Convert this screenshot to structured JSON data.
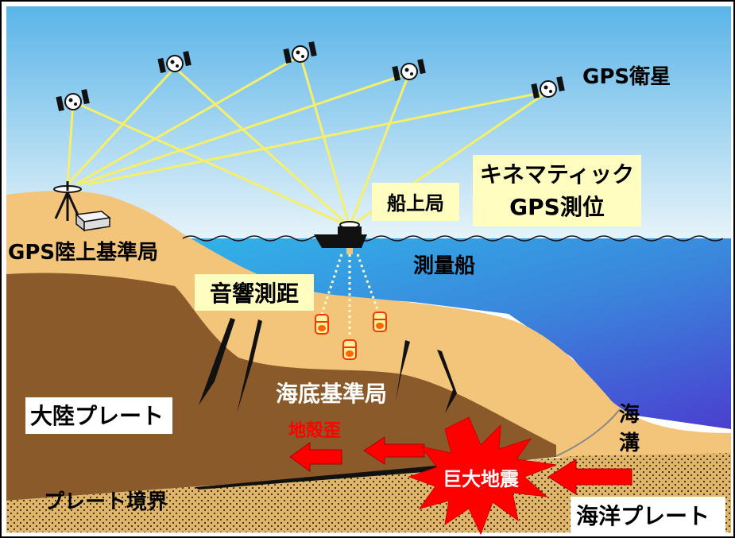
{
  "labels": {
    "gps_satellite": "GPS衛星",
    "kinematic_line1": "キネマティック",
    "kinematic_line2": "GPS測位",
    "ship_station": "船上局",
    "gps_land_station": "GPS陸上基準局",
    "survey_ship": "測量船",
    "acoustic_ranging": "音響測距",
    "seafloor_station": "海底基準局",
    "continental_plate": "大陸プレート",
    "crustal_strain": "地殻歪",
    "trench_line1": "海",
    "trench_line2": "溝",
    "giant_earthquake": "巨大地震",
    "plate_boundary": "プレート境界",
    "oceanic_plate": "海洋プレート"
  },
  "colors": {
    "sky_top": "#5ab4e8",
    "sky_bottom": "#e8f4f9",
    "sea": "#2fb8e6",
    "sea_deep": "#4a3fd0",
    "sand": "#f3c57a",
    "continental_crust": "#8a5a2b",
    "ocean_plate": "#e0b66a",
    "signal_line": "#f5ef6a",
    "label_box": "#fffec0",
    "arrow_red": "#ff0000",
    "quake_red": "#ff0000"
  }
}
